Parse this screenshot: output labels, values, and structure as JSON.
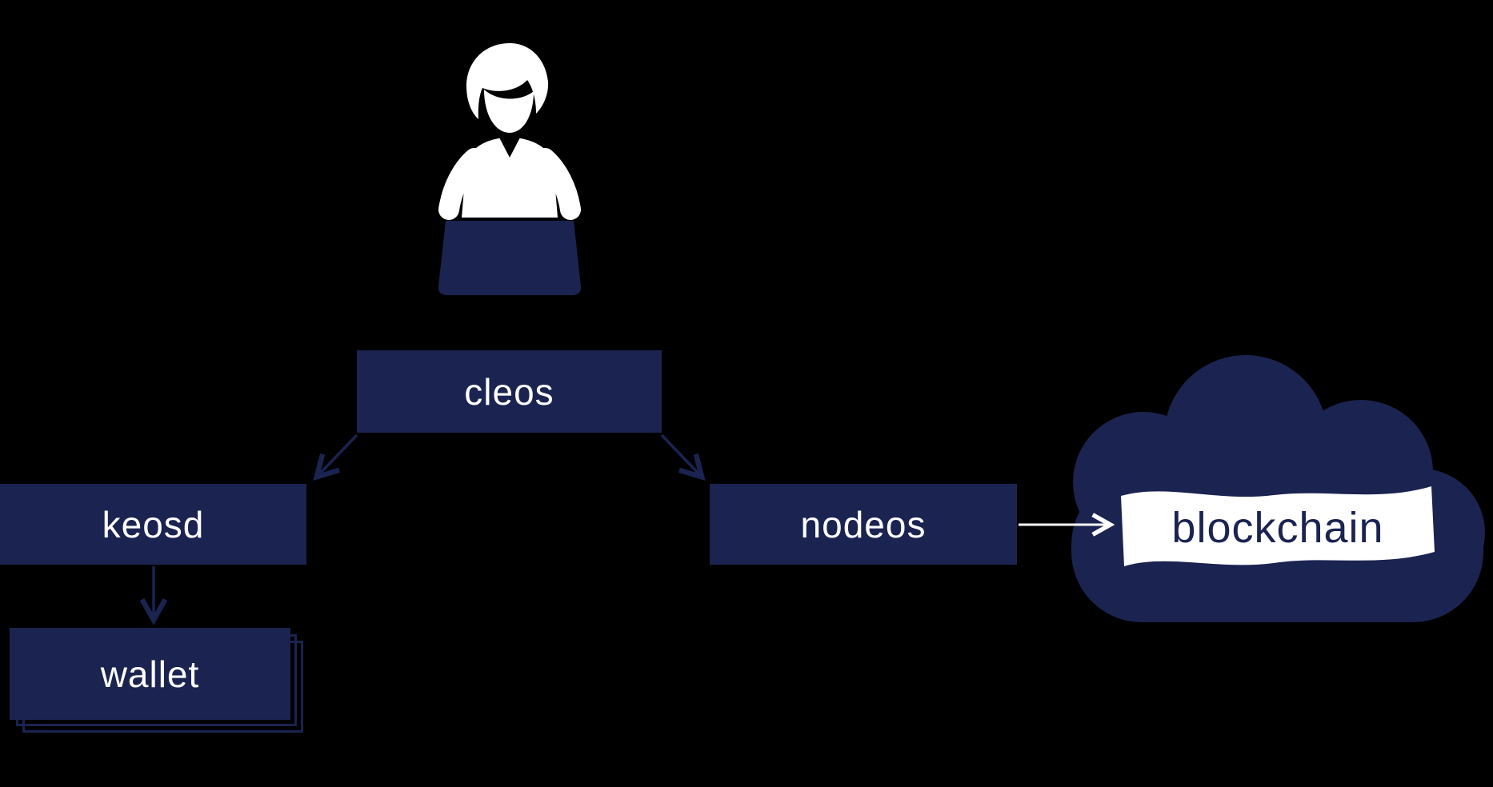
{
  "colors": {
    "background": "#000000",
    "navy": "#1b2351",
    "white": "#ffffff"
  },
  "nodes": {
    "cleos": {
      "label": "cleos"
    },
    "keosd": {
      "label": "keosd"
    },
    "nodeos": {
      "label": "nodeos"
    },
    "wallet": {
      "label": "wallet"
    },
    "blockchain": {
      "label": "blockchain"
    }
  },
  "edges": [
    {
      "from": "cleos",
      "to": "keosd"
    },
    {
      "from": "cleos",
      "to": "nodeos"
    },
    {
      "from": "keosd",
      "to": "wallet"
    },
    {
      "from": "nodeos",
      "to": "blockchain"
    }
  ],
  "icons": {
    "person": "user-at-laptop-icon",
    "cloud": "cloud-icon"
  }
}
